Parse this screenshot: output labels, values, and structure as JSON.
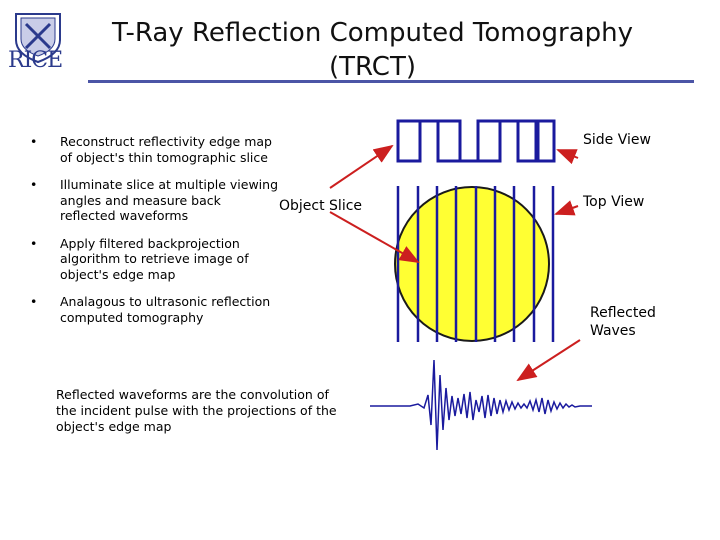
{
  "logo": {
    "text": "RICE"
  },
  "title": {
    "line1": "T-Ray Reflection Computed Tomography",
    "line2": "(TRCT)"
  },
  "bullets": [
    "Reconstruct reflectivity edge map of object's thin tomographic slice",
    "Illuminate slice at multiple viewing angles and measure back reflected waveforms",
    "Apply filtered backprojection algorithm to retrieve image of object's edge map",
    "Analagous to ultrasonic reflection computed tomography"
  ],
  "bullet_symbol": "•",
  "caption": "Reflected waveforms are the convolution of the incident pulse with the projections of the object's edge map",
  "labels": {
    "object_slice": "Object Slice",
    "side_view": "Side View",
    "top_view": "Top View",
    "reflected_waves_1": "Reflected",
    "reflected_waves_2": "Waves"
  },
  "colors": {
    "object_fill": "#ffff33",
    "lines": "#1a1a9e",
    "arrows": "#cc1f1f",
    "rule": "#4b55a6"
  }
}
